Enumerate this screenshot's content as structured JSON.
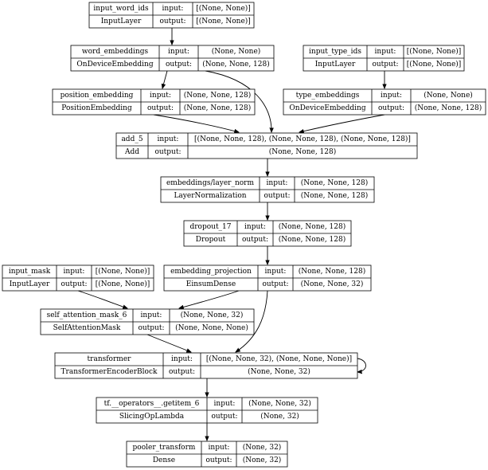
{
  "diagram": {
    "port_labels": {
      "input": "input:",
      "output": "output:"
    },
    "nodes": [
      {
        "id": "input_word_ids",
        "name": "input_word_ids",
        "type": "InputLayer",
        "input": "[(None, None)]",
        "output": "[(None, None)]"
      },
      {
        "id": "word_embeddings",
        "name": "word_embeddings",
        "type": "OnDeviceEmbedding",
        "input": "(None, None)",
        "output": "(None, None, 128)"
      },
      {
        "id": "input_type_ids",
        "name": "input_type_ids",
        "type": "InputLayer",
        "input": "[(None, None)]",
        "output": "[(None, None)]"
      },
      {
        "id": "position_embedding",
        "name": "position_embedding",
        "type": "PositionEmbedding",
        "input": "(None, None, 128)",
        "output": "(None, None, 128)"
      },
      {
        "id": "type_embeddings",
        "name": "type_embeddings",
        "type": "OnDeviceEmbedding",
        "input": "(None, None)",
        "output": "(None, None, 128)"
      },
      {
        "id": "add_5",
        "name": "add_5",
        "type": "Add",
        "input": "[(None, None, 128), (None, None, 128), (None, None, 128)]",
        "output": "(None, None, 128)"
      },
      {
        "id": "layer_norm",
        "name": "embeddings/layer_norm",
        "type": "LayerNormalization",
        "input": "(None, None, 128)",
        "output": "(None, None, 128)"
      },
      {
        "id": "dropout_17",
        "name": "dropout_17",
        "type": "Dropout",
        "input": "(None, None, 128)",
        "output": "(None, None, 128)"
      },
      {
        "id": "input_mask",
        "name": "input_mask",
        "type": "InputLayer",
        "input": "[(None, None)]",
        "output": "[(None, None)]"
      },
      {
        "id": "embedding_projection",
        "name": "embedding_projection",
        "type": "EinsumDense",
        "input": "(None, None, 128)",
        "output": "(None, None, 32)"
      },
      {
        "id": "self_attention_mask_6",
        "name": "self_attention_mask_6",
        "type": "SelfAttentionMask",
        "input": "(None, None, 32)",
        "output": "(None, None, None)"
      },
      {
        "id": "transformer",
        "name": "transformer",
        "type": "TransformerEncoderBlock",
        "input": "[(None, None, 32), (None, None, None)]",
        "output": "(None, None, 32)"
      },
      {
        "id": "getitem_6",
        "name": "tf.__operators__.getitem_6",
        "type": "SlicingOpLambda",
        "input": "(None, None, 32)",
        "output": "(None, 32)"
      },
      {
        "id": "pooler_transform",
        "name": "pooler_transform",
        "type": "Dense",
        "input": "(None, 32)",
        "output": "(None, 32)"
      }
    ],
    "edges": [
      {
        "from": "input_word_ids",
        "to": "word_embeddings"
      },
      {
        "from": "input_type_ids",
        "to": "type_embeddings"
      },
      {
        "from": "word_embeddings",
        "to": "position_embedding"
      },
      {
        "from": "word_embeddings",
        "to": "add_5"
      },
      {
        "from": "position_embedding",
        "to": "add_5"
      },
      {
        "from": "type_embeddings",
        "to": "add_5"
      },
      {
        "from": "add_5",
        "to": "layer_norm"
      },
      {
        "from": "layer_norm",
        "to": "dropout_17"
      },
      {
        "from": "dropout_17",
        "to": "embedding_projection"
      },
      {
        "from": "input_mask",
        "to": "self_attention_mask_6"
      },
      {
        "from": "embedding_projection",
        "to": "self_attention_mask_6"
      },
      {
        "from": "self_attention_mask_6",
        "to": "transformer"
      },
      {
        "from": "embedding_projection",
        "to": "transformer"
      },
      {
        "from": "transformer",
        "to": "transformer"
      },
      {
        "from": "transformer",
        "to": "getitem_6"
      },
      {
        "from": "getitem_6",
        "to": "pooler_transform"
      }
    ]
  }
}
